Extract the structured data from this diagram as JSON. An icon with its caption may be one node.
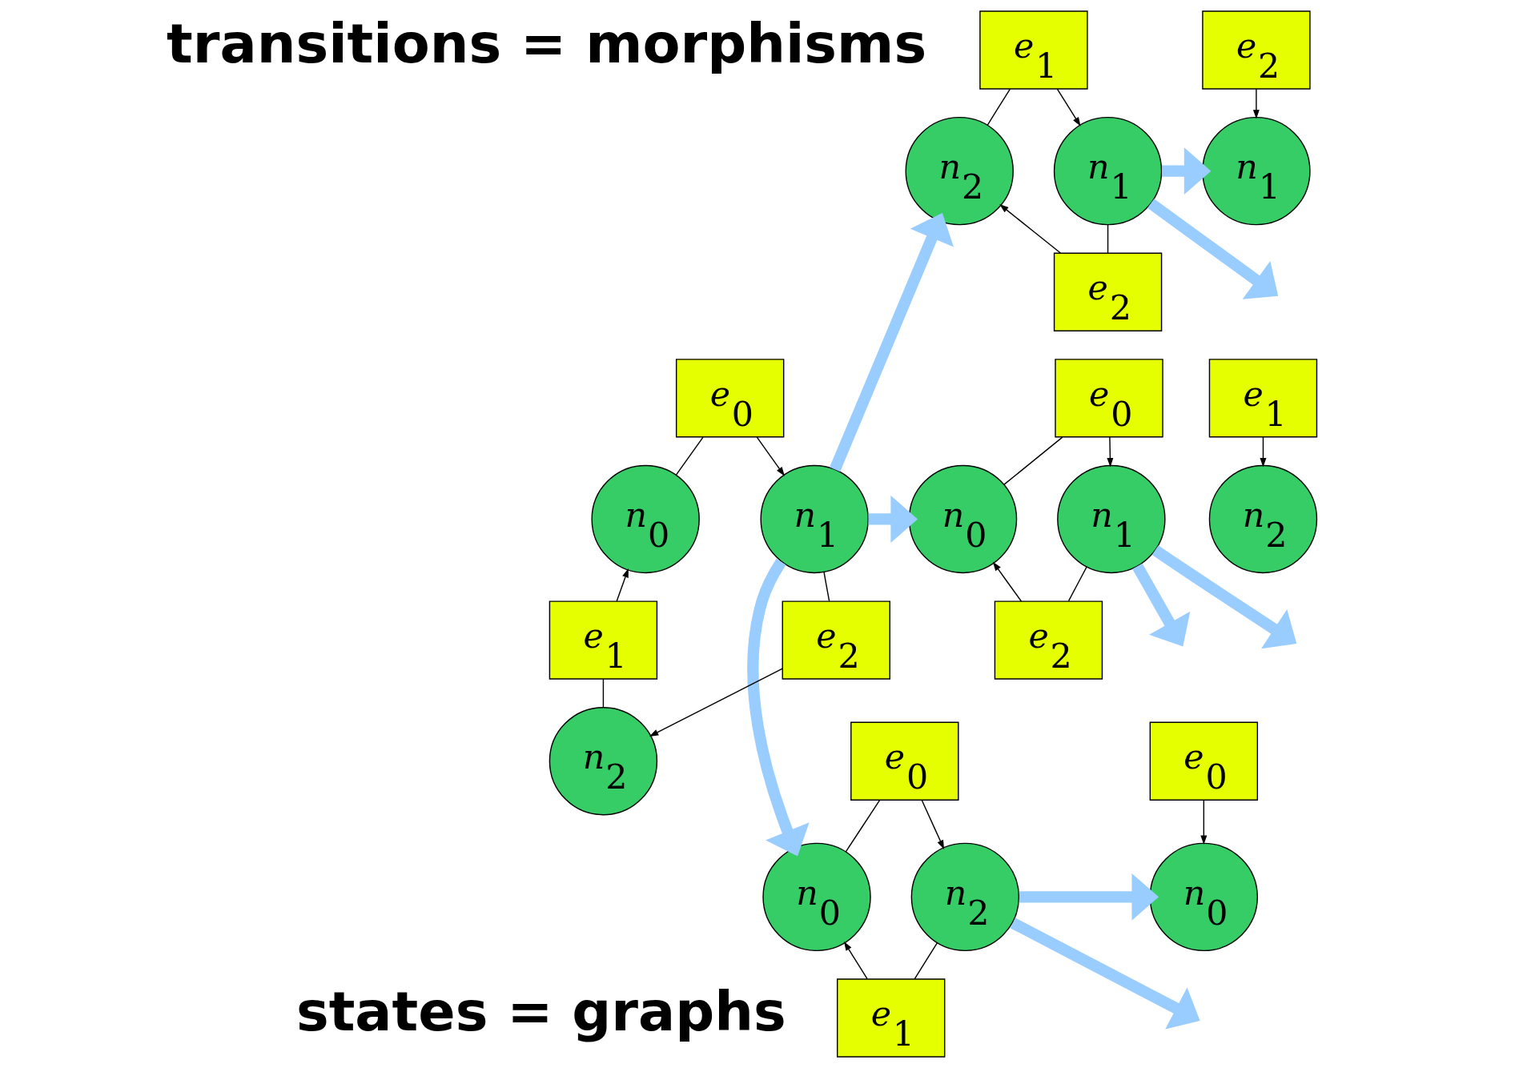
{
  "diagram": {
    "nodes": [
      {
        "text": [
          "e$_{0}$"
        ]
      },
      {
        "text": [
          "n$_{0}$"
        ]
      },
      {
        "text": [
          "n$_{1}$"
        ]
      },
      {
        "text": [
          "e$_{1}$"
        ]
      },
      {
        "text": [
          "e$_{2}$"
        ]
      },
      {
        "text": [
          "n$_{2}$"
        ]
      },
      {
        "text": [
          "e$_{1}$"
        ]
      },
      {
        "text": [
          "n$_{2}$"
        ]
      },
      {
        "text": [
          "n$_{1}$"
        ]
      },
      {
        "text": [
          "e$_{2}$"
        ]
      },
      {
        "text": [
          "e$_{0}$"
        ]
      },
      {
        "text": [
          "n$_{0}$"
        ]
      },
      {
        "text": [
          "n$_{1}$"
        ]
      },
      {
        "text": [
          "e$_{2}$"
        ]
      },
      {
        "text": [
          "e$_{0}$"
        ]
      },
      {
        "text": [
          "n$_{0}$"
        ]
      },
      {
        "text": [
          "n$_{2}$"
        ]
      },
      {
        "text": [
          "e$_{1}$"
        ]
      },
      {
        "text": [
          "e$_{2}$"
        ]
      },
      {
        "text": [
          "n$_{1}$"
        ]
      },
      {
        "text": [
          "e$_{1}$"
        ]
      },
      {
        "text": [
          "n$_{2}$"
        ]
      },
      {
        "text": [
          "e$_{0}$"
        ]
      },
      {
        "text": [
          "n$_{0}$"
        ]
      }
    ],
    "edges": [
      {
        "from": 0,
        "to": 1,
        "arrow": "none"
      },
      {
        "from": 0,
        "to": 2,
        "arrow": "to"
      },
      {
        "from": 3,
        "to": 1,
        "arrow": "to"
      },
      {
        "from": 4,
        "to": 2,
        "arrow": "none"
      },
      {
        "from": 4,
        "to": 7,
        "arrow": "to"
      },
      {
        "from": 3,
        "to": 7,
        "arrow": "none"
      },
      {
        "from": 6,
        "to": 5,
        "arrow": "none"
      },
      {
        "from": 6,
        "to": 8,
        "arrow": "to"
      },
      {
        "from": 9,
        "to": 5,
        "arrow": "to"
      },
      {
        "from": 9,
        "to": 8,
        "arrow": "none"
      },
      {
        "from": 10,
        "to": 11,
        "arrow": "none"
      },
      {
        "from": 10,
        "to": 19,
        "arrow": "to"
      },
      {
        "from": 13,
        "to": 11,
        "arrow": "to"
      },
      {
        "from": 13,
        "to": 19,
        "arrow": "none"
      },
      {
        "from": 14,
        "to": 15,
        "arrow": "none"
      },
      {
        "from": 14,
        "to": 16,
        "arrow": "to"
      },
      {
        "from": 17,
        "to": 15,
        "arrow": "to"
      },
      {
        "from": 17,
        "to": 16,
        "arrow": "none"
      },
      {
        "from": 18,
        "to": 12,
        "arrow": "to"
      },
      {
        "from": 20,
        "to": 21,
        "arrow": "to"
      },
      {
        "from": 22,
        "to": 23,
        "arrow": "to"
      },
      {
        "from": 2,
        "to": 5,
        "arrow": "to",
        "style": "thick",
        "color": "#99ccff"
      },
      {
        "from": 2,
        "to": 11,
        "arrow": "to",
        "style": "thick",
        "color": "#99ccff"
      },
      {
        "from": 2,
        "to": 15,
        "arrow": "to",
        "style": "thick",
        "color": "#99ccff"
      },
      {
        "from": 8,
        "to": 12,
        "arrow": "to",
        "style": "thick",
        "color": "#99ccff"
      },
      {
        "from": 8,
        "to": null,
        "arrow": "to",
        "style": "thick",
        "color": "#99ccff"
      },
      {
        "from": 19,
        "to": null,
        "arrow": "to",
        "style": "thick",
        "color": "#99ccff"
      },
      {
        "from": 19,
        "to": null,
        "arrow": "to",
        "style": "thick",
        "color": "#99ccff"
      },
      {
        "from": 16,
        "to": null,
        "arrow": "to",
        "style": "thick",
        "color": "#99ccff"
      },
      {
        "from": 16,
        "to": 23,
        "arrow": "to",
        "style": "thick",
        "color": "#99ccff"
      }
    ],
    "labels": [
      "transitions = morphisms",
      "states = graphs"
    ]
  }
}
